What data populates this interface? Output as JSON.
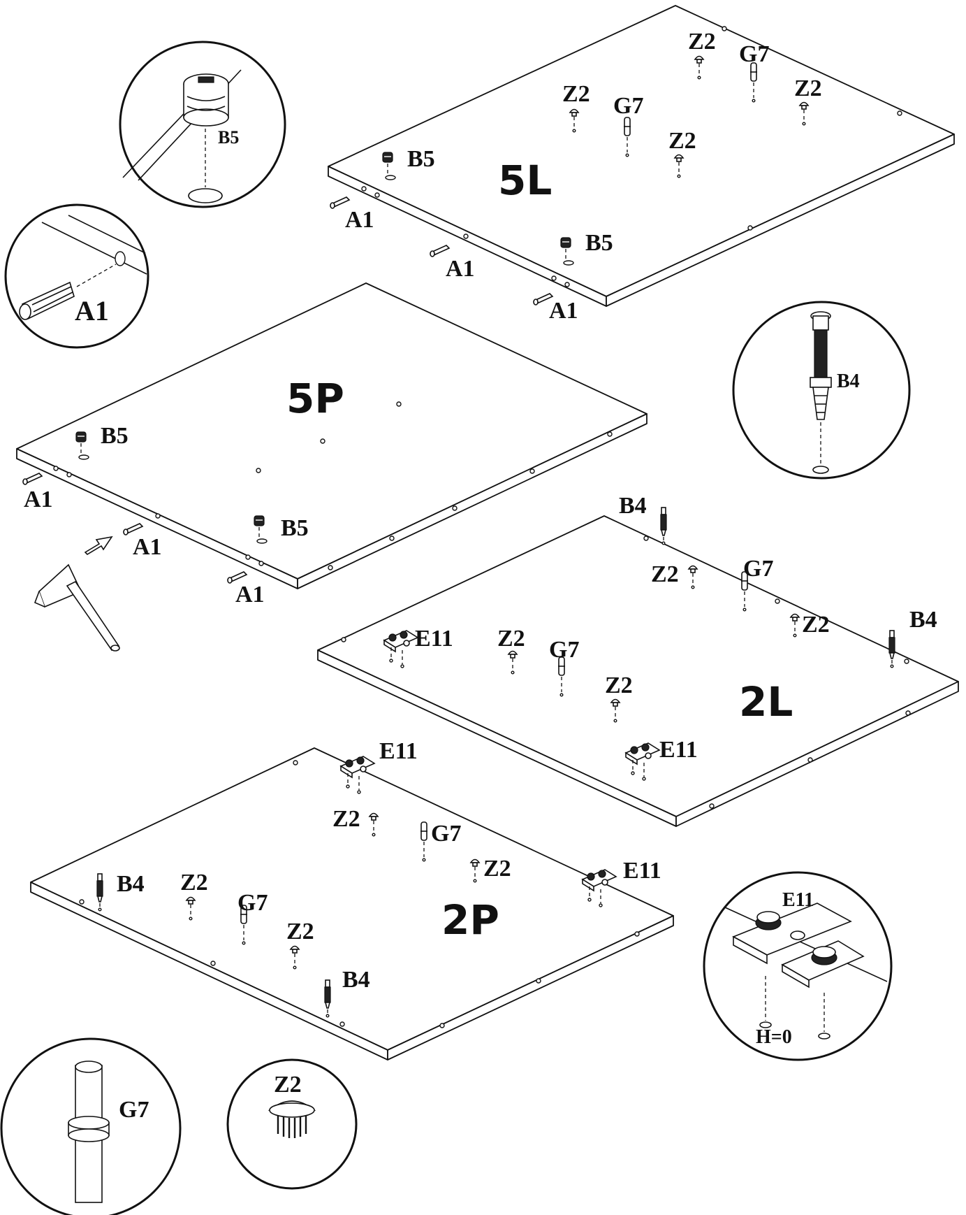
{
  "panels": {
    "p5l": "5L",
    "p5p": "5P",
    "p2l": "2L",
    "p2p": "2P"
  },
  "parts": {
    "a1": "A1",
    "b4": "B4",
    "b5": "B5",
    "e11": "E11",
    "g7": "G7",
    "z2": "Z2"
  },
  "notes": {
    "height": "H=0"
  },
  "icons": [
    "hammer-icon",
    "arrow-icon"
  ]
}
